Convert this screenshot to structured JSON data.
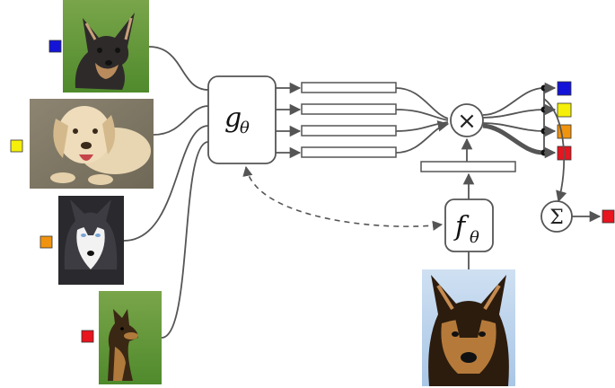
{
  "nodes": {
    "g": {
      "name": "g",
      "subscript": "θ"
    },
    "f": {
      "name": "f",
      "subscript": "θ"
    },
    "multiply": {
      "symbol": "×"
    },
    "sum": {
      "symbol": "Σ"
    }
  },
  "colors": {
    "blue": "#1414d8",
    "yellow": "#f5ef0a",
    "orange": "#f0930f",
    "red": "#e8141e",
    "line": "#555555"
  },
  "support_images": [
    {
      "icon": "chihuahua-photo",
      "class_color": "blue"
    },
    {
      "icon": "labrador-photo",
      "class_color": "yellow"
    },
    {
      "icon": "husky-photo",
      "class_color": "orange"
    },
    {
      "icon": "german-shepherd-photo",
      "class_color": "red"
    }
  ],
  "query_image": {
    "icon": "german-shepherd-closeup-photo"
  },
  "output_colors": [
    "blue",
    "yellow",
    "orange",
    "red"
  ],
  "prediction_color": "red"
}
